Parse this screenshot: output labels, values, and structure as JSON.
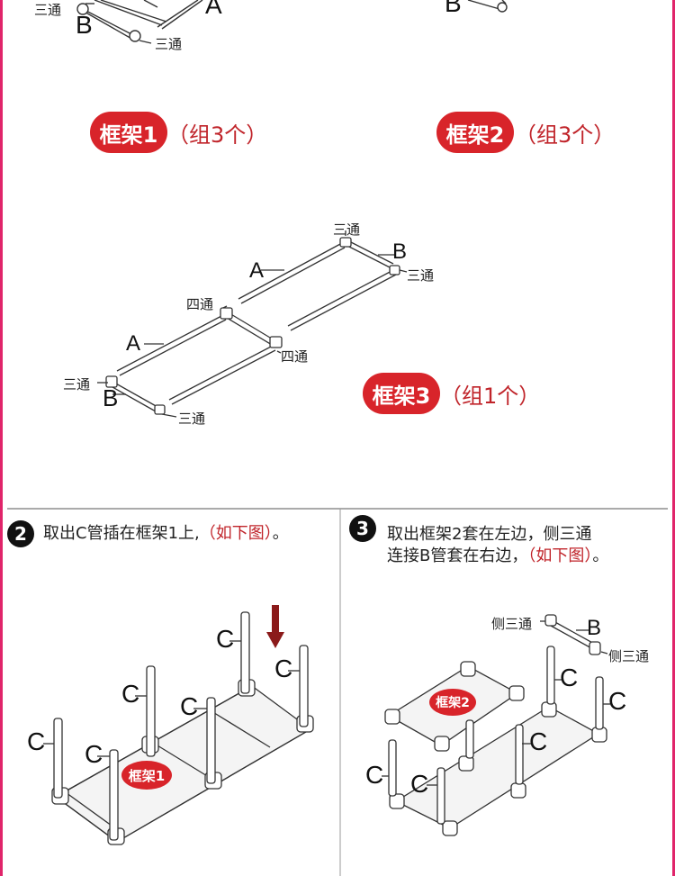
{
  "top": {
    "left_labels": {
      "santong": "三通",
      "b": "B",
      "a": "A",
      "santong2": "三通"
    },
    "right_labels": {
      "b": "B"
    }
  },
  "frame1": {
    "badge": "框架1",
    "note": "（组3个）"
  },
  "frame2": {
    "badge": "框架2",
    "note": "（组3个）"
  },
  "frame3": {
    "badge": "框架3",
    "note": "（组1个）",
    "labels": {
      "santong_top": "三通",
      "b_top": "B",
      "santong_top_right": "三通",
      "a_top": "A",
      "sitong_left": "四通",
      "a_left": "A",
      "sitong_right": "四通",
      "santong_left": "三通",
      "b_left": "B",
      "santong_bottom": "三通"
    }
  },
  "step2": {
    "number": "2",
    "text": "取出C管插在框架1上,",
    "red": "（如下图）",
    "tail": "。",
    "pipe_label": "C",
    "frame_label": "框架1"
  },
  "step3": {
    "number": "3",
    "line1": "取出框架2套在左边，侧三通",
    "line2": "连接B管套在右边，",
    "red": "（如下图）",
    "tail": "。",
    "pipe_label": "C",
    "side_tee": "侧三通",
    "b": "B",
    "frame_label": "框架2"
  },
  "colors": {
    "accent": "#d8242a",
    "border": "#e0246a"
  }
}
